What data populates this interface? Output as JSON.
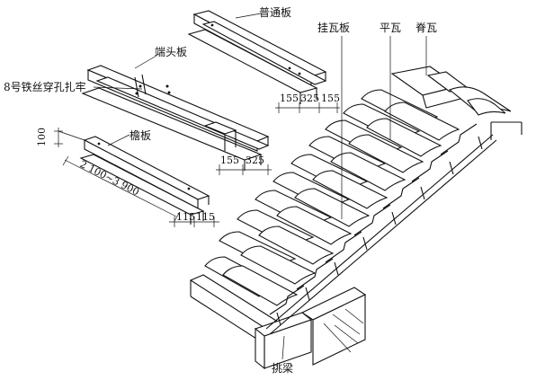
{
  "labels": {
    "putong_ban": "普通板",
    "duantou_ban": "端头板",
    "tie_wire": "8号铁丝穿孔扎牢",
    "yan_ban": "檐板",
    "guawa_ban": "挂瓦板",
    "ping_wa": "平瓦",
    "ji_wa": "脊瓦",
    "tiao_liang": "挑梁"
  },
  "dimensions": {
    "putong_155a": "155",
    "putong_325": "325",
    "putong_155b": "155",
    "duantou_155": "155",
    "duantou_325": "325",
    "yan_height": "100",
    "yan_length": "2 100~3 900",
    "yan_115a": "115",
    "yan_115b": "115"
  }
}
